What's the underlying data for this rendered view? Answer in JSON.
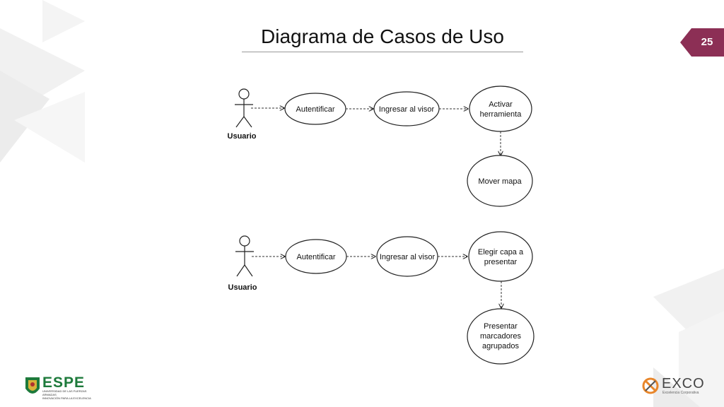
{
  "slide": {
    "title": "Diagrama de Casos de Uso",
    "page_number": "25",
    "accent_color": "#8c2f55"
  },
  "diagrams": [
    {
      "actor": "Usuario",
      "use_cases": {
        "auth": "Autentificar",
        "visor": "Ingresar al visor",
        "tool_line1": "Activar",
        "tool_line2": "herramienta",
        "move": "Mover mapa"
      }
    },
    {
      "actor": "Usuario",
      "use_cases": {
        "auth": "Autentificar",
        "visor": "Ingresar al visor",
        "layer_line1": "Elegir capa a",
        "layer_line2": "presentar",
        "mark_line1": "Presentar",
        "mark_line2": "marcadores",
        "mark_line3": "agrupados"
      }
    }
  ],
  "logos": {
    "espe": {
      "name": "ESPE",
      "subtitle_line1": "UNIVERSIDAD DE LAS FUERZAS ARMADAS",
      "subtitle_line2": "INNOVACIÓN PARA LA EXCELENCIA",
      "color": "#1d7a3b"
    },
    "exco": {
      "name": "EXCO",
      "subtitle": "Excelencia Corporativa",
      "color": "#e8862a"
    }
  }
}
